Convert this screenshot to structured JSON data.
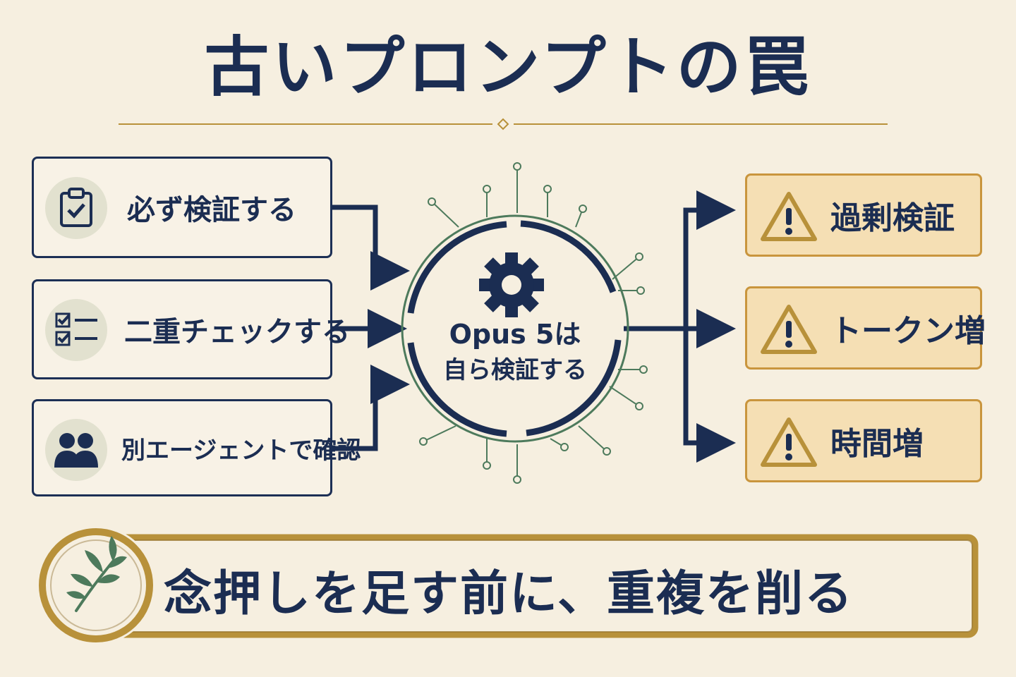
{
  "title": "古いプロンプトの罠",
  "inputs": [
    {
      "label": "必ず検証する",
      "icon": "clipboard-check-icon"
    },
    {
      "label": "二重チェックする",
      "icon": "checklist-icon"
    },
    {
      "label": "別エージェントで確認",
      "icon": "people-icon"
    }
  ],
  "hub": {
    "line1": "Opus 5は",
    "line2": "自ら検証する",
    "icon": "gear-icon"
  },
  "outputs": [
    {
      "label": "過剰検証",
      "icon": "warning-icon"
    },
    {
      "label": "トークン増",
      "icon": "warning-icon"
    },
    {
      "label": "時間増",
      "icon": "warning-icon"
    }
  ],
  "banner": {
    "text": "念押しを足す前に、重複を削る",
    "icon": "leaf-sprig-icon"
  },
  "colors": {
    "navy": "#1b2d52",
    "gold": "#b8913a",
    "green": "#4d7a5c",
    "warn_fill": "#f5dfb4",
    "background": "#f6efe0"
  }
}
